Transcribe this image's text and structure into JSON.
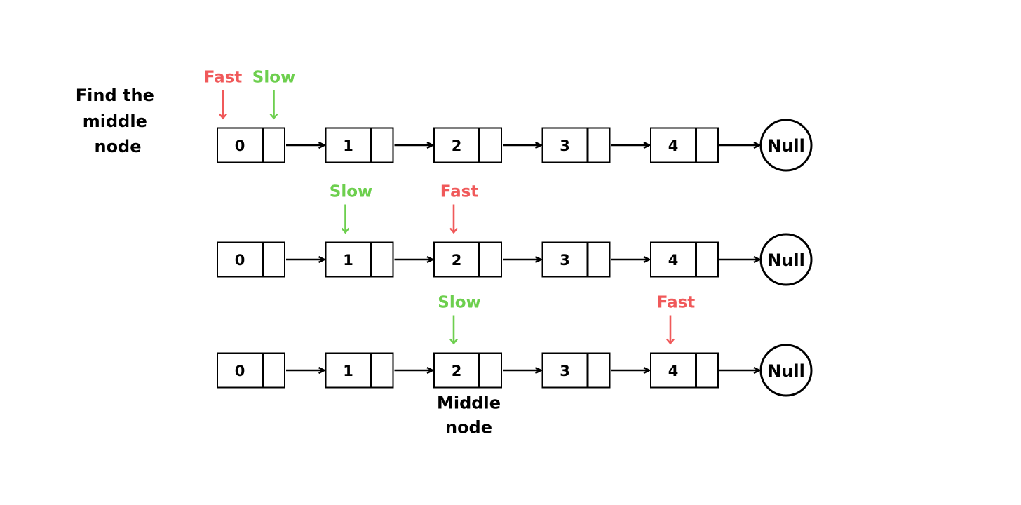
{
  "title": [
    "Find the",
    "middle",
    "node"
  ],
  "colors": {
    "fast": "#f0595a",
    "slow": "#6dcf4e",
    "stroke": "#000000"
  },
  "null_label": "Null",
  "rows": [
    {
      "nodes": [
        "0",
        "1",
        "2",
        "3",
        "4"
      ],
      "pointers": [
        {
          "label": "Fast",
          "role": "fast",
          "node": 0,
          "part": "value"
        },
        {
          "label": "Slow",
          "role": "slow",
          "node": 0,
          "part": "next"
        }
      ]
    },
    {
      "nodes": [
        "0",
        "1",
        "2",
        "3",
        "4"
      ],
      "pointers": [
        {
          "label": "Slow",
          "role": "slow",
          "node": 1,
          "part": "value"
        },
        {
          "label": "Fast",
          "role": "fast",
          "node": 2,
          "part": "value"
        }
      ]
    },
    {
      "nodes": [
        "0",
        "1",
        "2",
        "3",
        "4"
      ],
      "pointers": [
        {
          "label": "Slow",
          "role": "slow",
          "node": 2,
          "part": "value"
        },
        {
          "label": "Fast",
          "role": "fast",
          "node": 4,
          "part": "value"
        }
      ]
    }
  ],
  "middle_label": {
    "lines": [
      "Middle",
      "node"
    ],
    "node": 2,
    "row": 2
  }
}
